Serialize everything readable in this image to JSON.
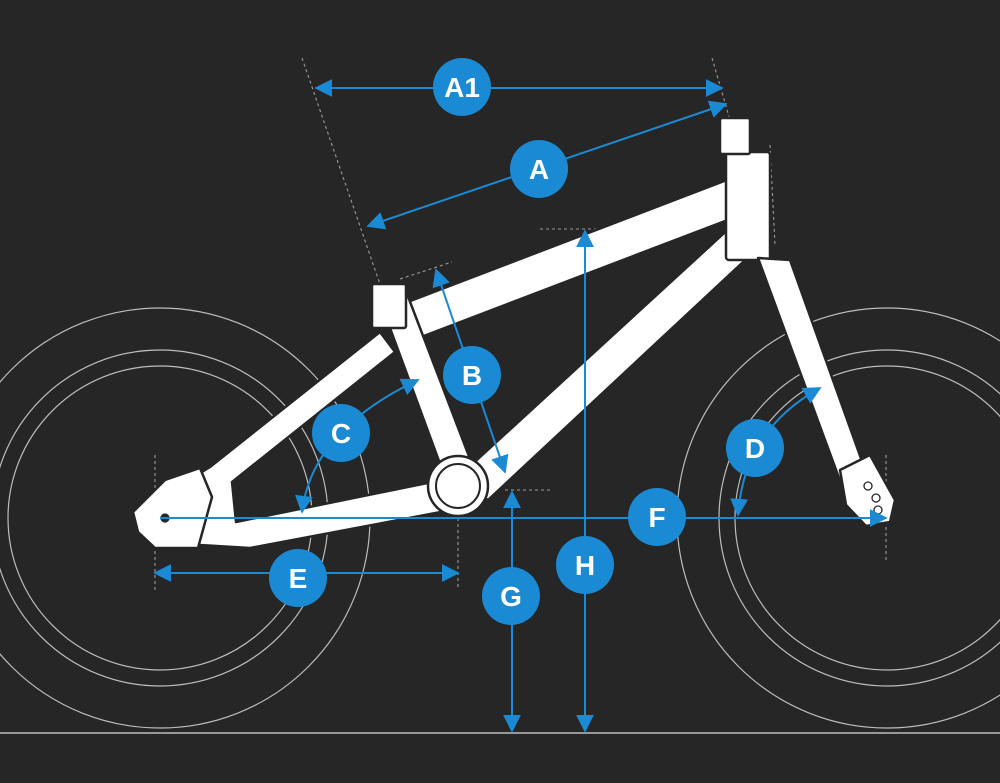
{
  "colors": {
    "background": "#262626",
    "frame": "#ffffff",
    "wheel_lines": "#bdbdbd",
    "guides": "#9a9a9a",
    "accent": "#1a8ad4",
    "badge_text": "#ffffff"
  },
  "labels": {
    "a1": "A1",
    "a": "A",
    "b": "B",
    "c": "C",
    "d": "D",
    "e": "E",
    "f": "F",
    "g": "G",
    "h": "H"
  },
  "icons": [
    "arrow-head-icon",
    "rear-wheel-icon",
    "front-wheel-icon"
  ]
}
